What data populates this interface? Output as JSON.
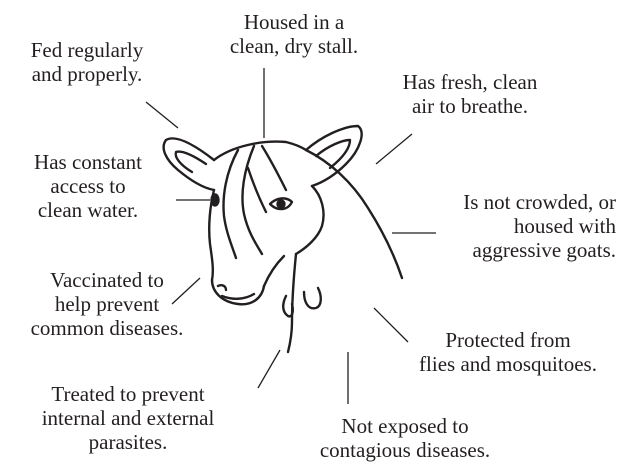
{
  "labels": {
    "stall": "Housed in a\nclean, dry stall.",
    "fed": "Fed regularly\nand properly.",
    "air": "Has fresh, clean\nair to breathe.",
    "water": "Has constant\naccess to\nclean water.",
    "crowded": "Is not crowded, or\nhoused with\naggressive goats.",
    "vaccinated": "Vaccinated to\nhelp prevent\ncommon diseases.",
    "flies": "Protected from\nflies and mosquitoes.",
    "parasites": "Treated to prevent\ninternal and external\nparasites.",
    "contagious": "Not exposed to\ncontagious diseases."
  },
  "colors": {
    "ink": "#231f20",
    "background": "#ffffff"
  }
}
